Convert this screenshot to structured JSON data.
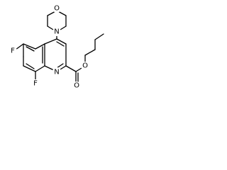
{
  "molecule": {
    "atom_labels": {
      "morpholine_oxygen": "O",
      "morpholine_nitrogen": "N",
      "ring_nitrogen": "N",
      "fluorine_6": "F",
      "fluorine_8": "F",
      "carbonyl_oxygen": "O",
      "ester_oxygen": "O"
    }
  }
}
